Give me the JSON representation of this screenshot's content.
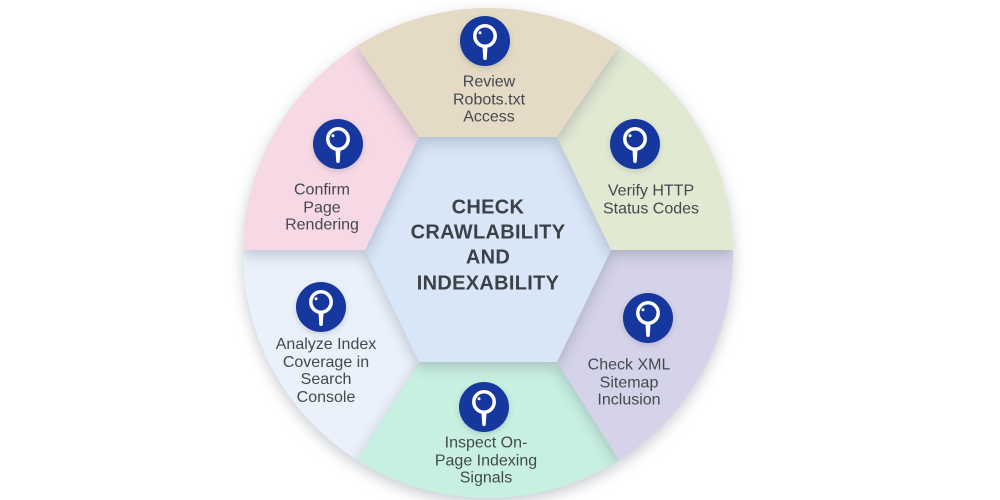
{
  "palette": {
    "background": "#ffffff",
    "icon_bg": "#16379e",
    "icon_glyph": "#ffffff",
    "hexagon_fill": "#d8e6f8",
    "label_text": "#45494d",
    "title_text": "#3b4147"
  },
  "center": {
    "title": "CHECK\nCRAWLABILITY\nAND\nINDEXABILITY"
  },
  "sectors": [
    {
      "name": "review-robots-access",
      "label": "Review\nRobots.txt\nAccess",
      "color": "#e4dac5",
      "icon": "magnifier-icon",
      "position": "top"
    },
    {
      "name": "verify-http-status-codes",
      "label": "Verify HTTP\nStatus Codes",
      "color": "#e1e9d2",
      "icon": "magnifier-icon",
      "position": "top-right"
    },
    {
      "name": "check-xml-sitemap-inclusion",
      "label": "Check XML\nSitemap\nInclusion",
      "color": "#d5d3e9",
      "icon": "magnifier-icon",
      "position": "bottom-right"
    },
    {
      "name": "inspect-on-page-indexing-signals",
      "label": "Inspect On-\nPage Indexing\nSignals",
      "color": "#c7f0e1",
      "icon": "magnifier-icon",
      "position": "bottom"
    },
    {
      "name": "analyze-index-coverage",
      "label": "Analyze Index\nCoverage in\nSearch\nConsole",
      "color": "#eaf1fb",
      "icon": "magnifier-icon",
      "position": "bottom-left"
    },
    {
      "name": "confirm-page-rendering",
      "label": "Confirm\nPage\nRendering",
      "color": "#f7d9e5",
      "icon": "magnifier-icon",
      "position": "top-left"
    }
  ]
}
